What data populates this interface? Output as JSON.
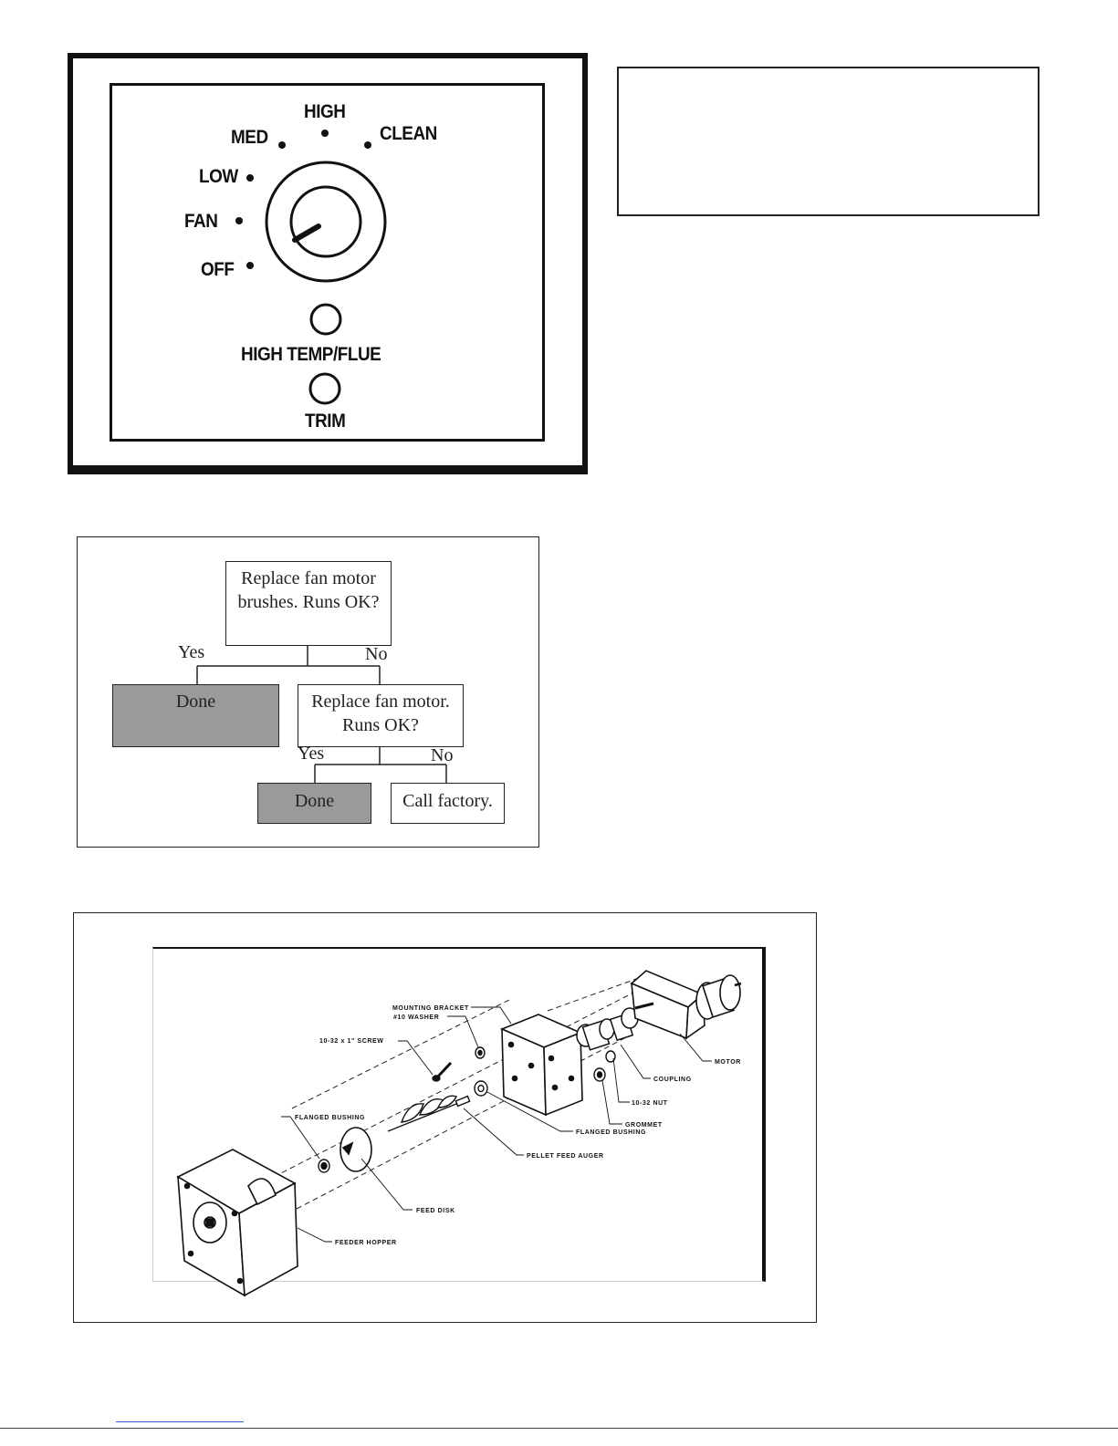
{
  "panel": {
    "labels": {
      "high": "HIGH",
      "med": "MED",
      "clean": "CLEAN",
      "low": "LOW",
      "fan": "FAN",
      "off": "OFF",
      "high_temp_flue": "HIGH TEMP/FLUE",
      "trim": "TRIM"
    }
  },
  "flowchart": {
    "q1": "Replace fan motor brushes. Runs OK?",
    "yes1": "Yes",
    "no1": "No",
    "done1": "Done",
    "q2": "Replace fan motor. Runs OK?",
    "yes2": "Yes",
    "no2": "No",
    "done2": "Done",
    "call": "Call factory."
  },
  "assembly": {
    "labels": {
      "mounting_bracket": "MOUNTING BRACKET",
      "washer": "#10 WASHER",
      "screw": "10-32 x 1\" SCREW",
      "motor": "MOTOR",
      "coupling": "COUPLING",
      "nut": "10-32 NUT",
      "grommet": "GROMMET",
      "flanged_bushing_right": "FLANGED BUSHING",
      "flanged_bushing_left": "FLANGED BUSHING",
      "pellet_feed_auger": "PELLET FEED AUGER",
      "feed_disk": "FEED DISK",
      "feeder_hopper": "FEEDER HOPPER"
    }
  }
}
